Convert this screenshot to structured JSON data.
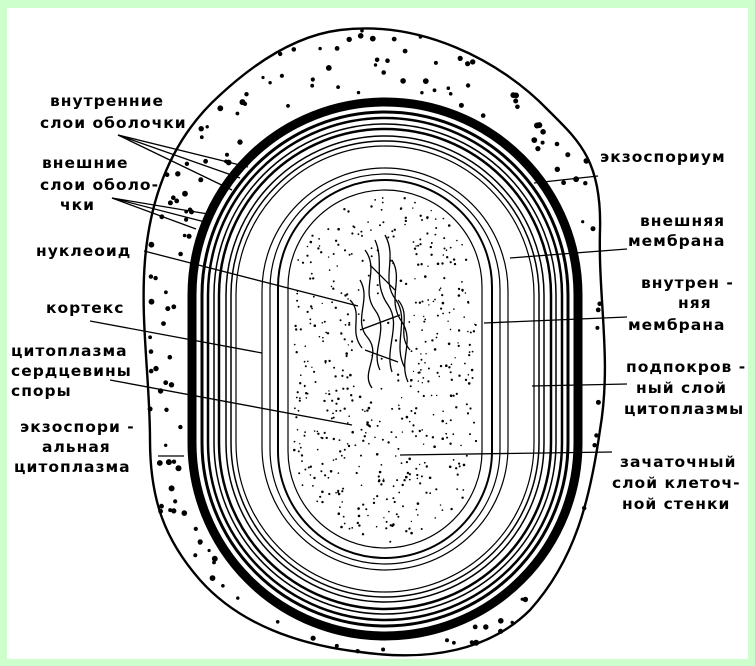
{
  "colors": {
    "frame": "#ccffcc",
    "ink": "#000000",
    "paper": "#ffffff"
  },
  "labels": {
    "inner_coat": [
      "внутренние",
      "слои оболочки"
    ],
    "outer_coat": [
      "внешние",
      "слои оболо-",
      "чки"
    ],
    "nucleoid": [
      "нуклеоид"
    ],
    "cortex": [
      "кортекс"
    ],
    "core_cytoplasm": [
      "цитоплазма",
      "сердцевины",
      "споры"
    ],
    "exo_cytoplasm": [
      "экзоспори -",
      "альная",
      "цитоплазма"
    ],
    "exosporium": [
      "экзоспориум"
    ],
    "outer_membrane": [
      "внешняя",
      "мембрана"
    ],
    "inner_membrane": [
      "внутрен -",
      "няя",
      "мембрана"
    ],
    "sub_cytoplasm": [
      "подпокров -",
      "ный слой",
      "цитоплазмы"
    ],
    "germ_wall": [
      "зачаточный",
      "слой клеточ-",
      "ной стенки"
    ]
  }
}
